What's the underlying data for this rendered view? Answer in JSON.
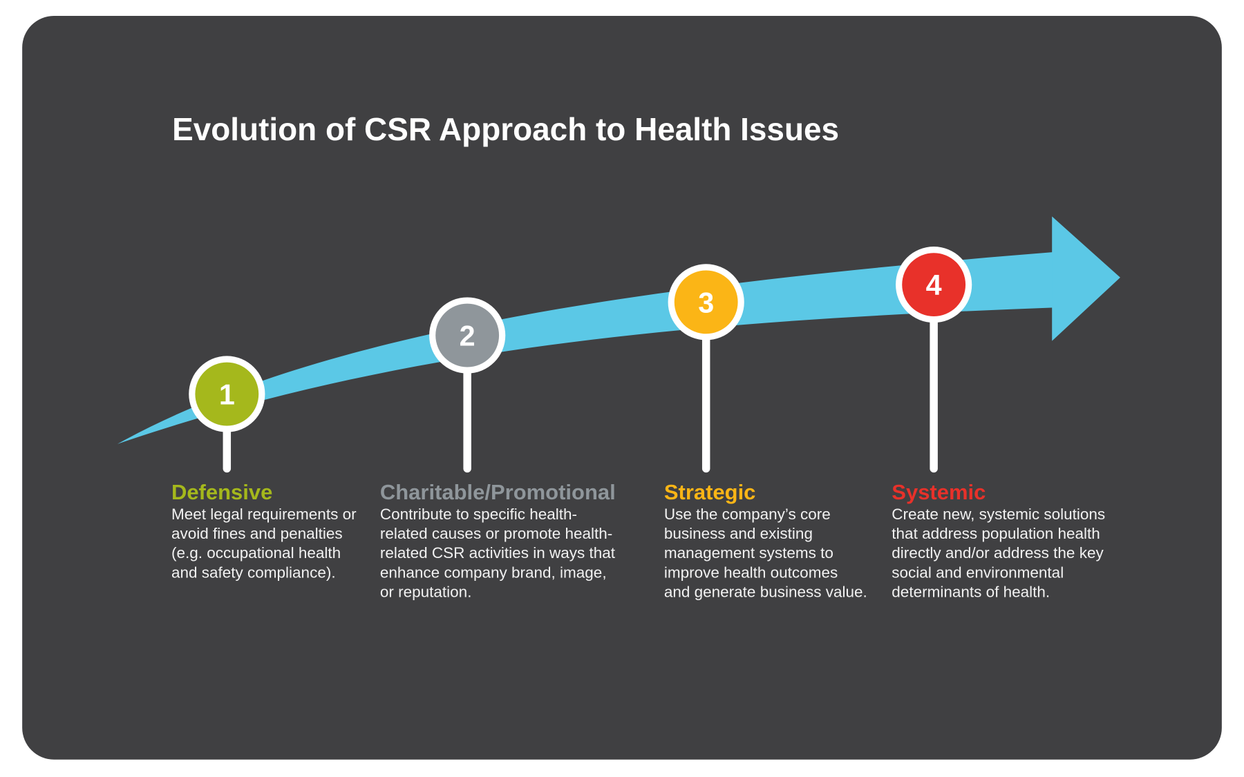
{
  "title": "Evolution of CSR Approach to Health Issues",
  "colors": {
    "panel": "#404042",
    "arrow": "#5bc8e6",
    "defensive": "#a5b81c",
    "charitable": "#8f969b",
    "strategic": "#fbb516",
    "systemic": "#e8312a"
  },
  "stages": [
    {
      "number": "1",
      "name": "Defensive",
      "lines": [
        "Meet legal requirements or",
        "avoid fines and penalties",
        "(e.g. occupational health",
        "and safety compliance)."
      ]
    },
    {
      "number": "2",
      "name": "Charitable/Promotional",
      "lines": [
        "Contribute to specific health-",
        "related causes or promote health-",
        "related CSR activities in ways that",
        "enhance company brand, image,",
        "or reputation."
      ]
    },
    {
      "number": "3",
      "name": "Strategic",
      "lines": [
        "Use the company’s core",
        "business and existing",
        "management systems to",
        "improve health outcomes",
        "and generate business value."
      ]
    },
    {
      "number": "4",
      "name": "Systemic",
      "lines": [
        "Create new, systemic solutions",
        "that address population health",
        "directly and/or address the key",
        "social and environmental",
        "determinants of health."
      ]
    }
  ]
}
